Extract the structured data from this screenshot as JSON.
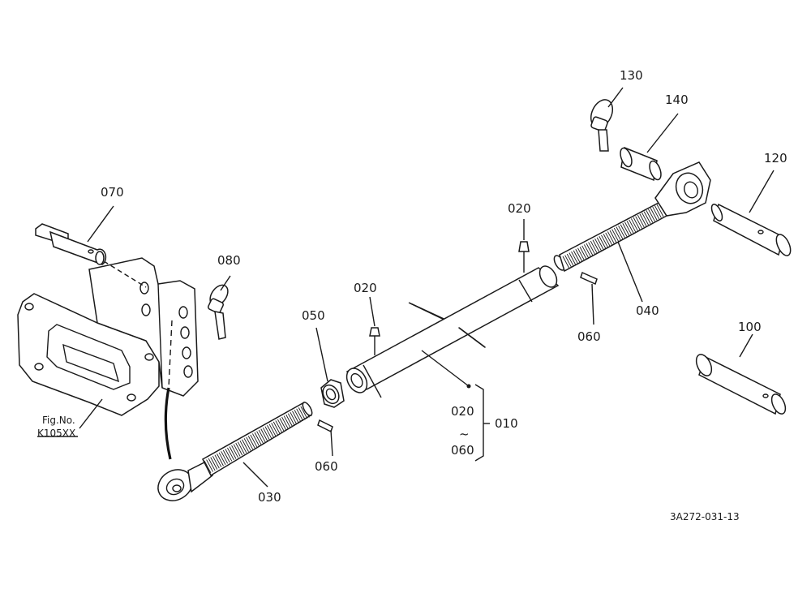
{
  "labels": {
    "p130": "130",
    "p140": "140",
    "p120": "120",
    "p070": "070",
    "p080": "080",
    "p020a": "020",
    "p020b": "020",
    "p050": "050",
    "p040": "040",
    "p060a": "060",
    "p100": "100",
    "p020c": "020",
    "p010": "010",
    "tilde": "~",
    "p060c": "060",
    "p060b": "060",
    "p030": "030",
    "fig_no": "Fig.No.",
    "fig_ref": "K105XX",
    "drawing_code": "3A272-031-13"
  }
}
